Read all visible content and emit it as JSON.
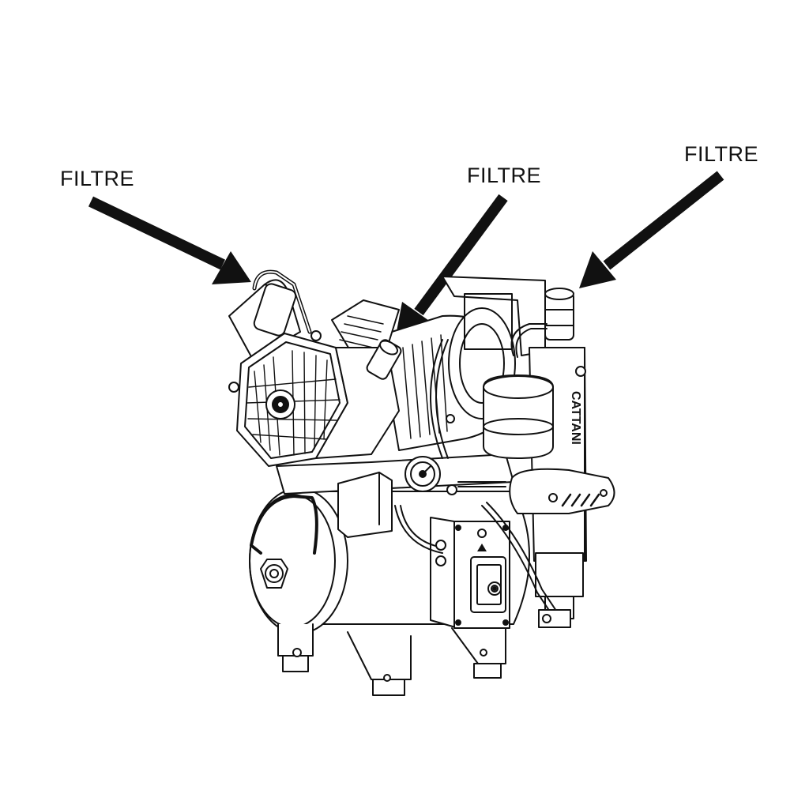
{
  "callouts": [
    {
      "label": "FILTRE"
    },
    {
      "label": "FILTRE"
    },
    {
      "label": "FILTRE"
    }
  ],
  "brand": {
    "logo_text": "CATTANI"
  },
  "colors": {
    "line": "#111111",
    "background": "#ffffff"
  }
}
